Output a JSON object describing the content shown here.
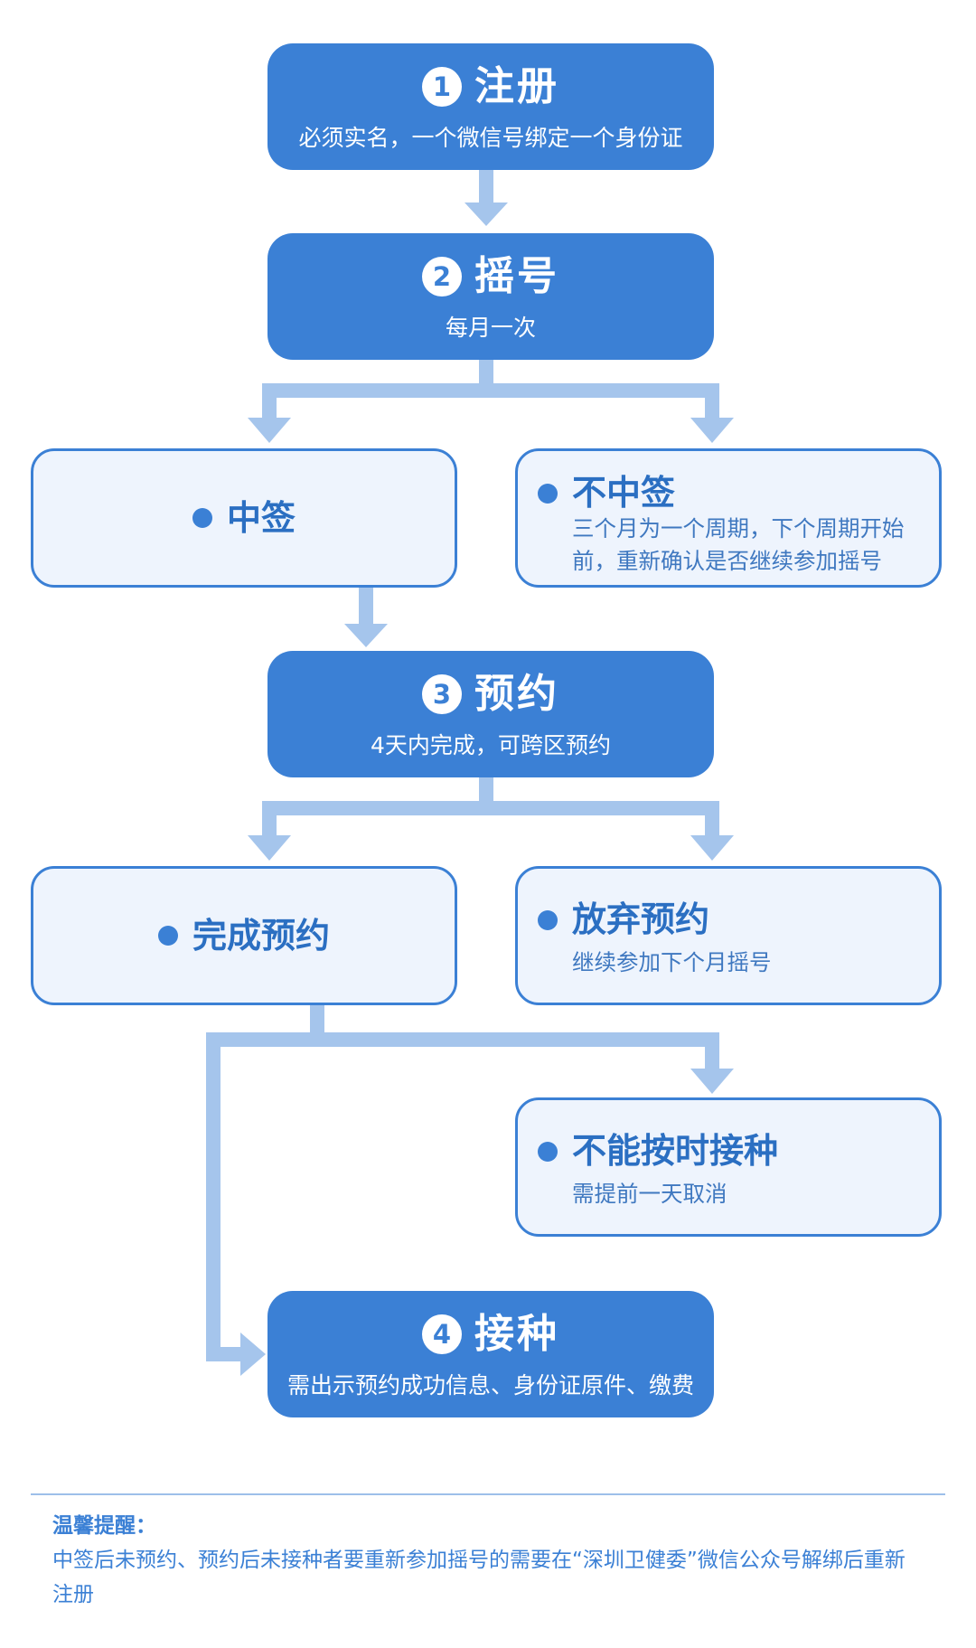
{
  "steps": [
    {
      "num": "1",
      "title": "注册",
      "sub": "必须实名，一个微信号绑定一个身份证"
    },
    {
      "num": "2",
      "title": "摇号",
      "sub": "每月一次"
    },
    {
      "num": "3",
      "title": "预约",
      "sub": "4天内完成，可跨区预约"
    },
    {
      "num": "4",
      "title": "接种",
      "sub": "需出示预约成功信息、身份证原件、缴费"
    }
  ],
  "outcomes": {
    "win": {
      "title": "中签"
    },
    "lose": {
      "title": "不中签",
      "text": "三个月为一个周期，下个周期开始前，重新确认是否继续参加摇号"
    },
    "booked": {
      "title": "完成预约"
    },
    "giveup": {
      "title": "放弃预约",
      "text": "继续参加下个月摇号"
    },
    "cannot": {
      "title": "不能按时接种",
      "text": "需提前一天取消"
    }
  },
  "note": {
    "title": "温馨提醒：",
    "text": "中签后未预约、预约后未接种者要重新参加摇号的需要在“深圳卫健委”微信公众号解绑后重新注册"
  },
  "colors": {
    "step_fill": "#3b80d5",
    "box_fill": "#eef4fd",
    "connector": "#a5c5ec",
    "text_blue": "#2b6fc2"
  }
}
